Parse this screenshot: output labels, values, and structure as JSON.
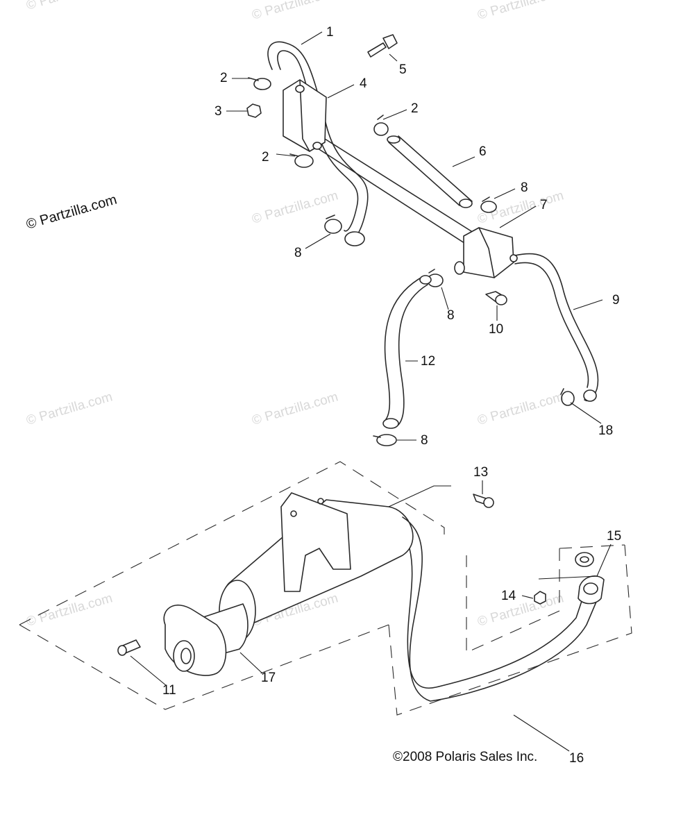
{
  "watermarks": {
    "faint": "© Partzilla.com",
    "strong": "© Partzilla.com"
  },
  "callouts": {
    "c1": "1",
    "c2a": "2",
    "c2b": "2",
    "c2c": "2",
    "c3": "3",
    "c4": "4",
    "c5": "5",
    "c6": "6",
    "c7": "7",
    "c8a": "8",
    "c8b": "8",
    "c8c": "8",
    "c8d": "8",
    "c9": "9",
    "c10": "10",
    "c11": "11",
    "c12": "12",
    "c13": "13",
    "c14": "14",
    "c15": "15",
    "c16": "16",
    "c17": "17",
    "c18": "18"
  },
  "footer": {
    "copyright": "©2008 Polaris Sales Inc."
  },
  "colors": {
    "line": "#2a2a2a",
    "watermark": "#d8d8d8",
    "background": "#ffffff"
  }
}
